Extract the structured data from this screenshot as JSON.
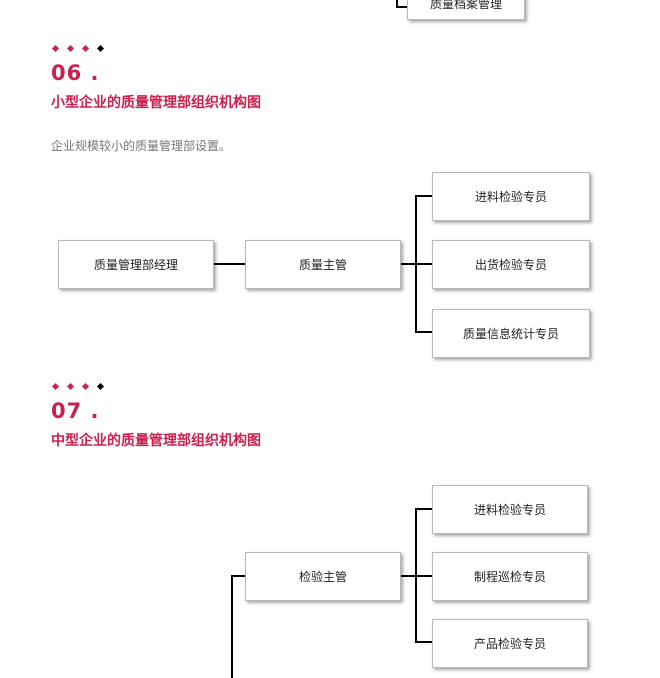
{
  "top_partial": {
    "box_label": "质量档案管理"
  },
  "section06": {
    "number": "06 .",
    "title": "小型企业的质量管理部组织机构图",
    "description": "企业规模较小的质量管理部设置。",
    "boxes": {
      "manager": "质量管理部经理",
      "supervisor": "质量主管",
      "incoming": "进料检验专员",
      "outgoing": "出货检验专员",
      "statistics": "质量信息统计专员"
    },
    "colors": {
      "accent": "#c8224f",
      "dot_dark": "#000000"
    }
  },
  "section07": {
    "number": "07 .",
    "title": "中型企业的质量管理部组织机构图",
    "boxes": {
      "inspection_supervisor": "检验主管",
      "incoming": "进料检验专员",
      "process_patrol": "制程巡检专员",
      "product": "产品检验专员"
    }
  }
}
